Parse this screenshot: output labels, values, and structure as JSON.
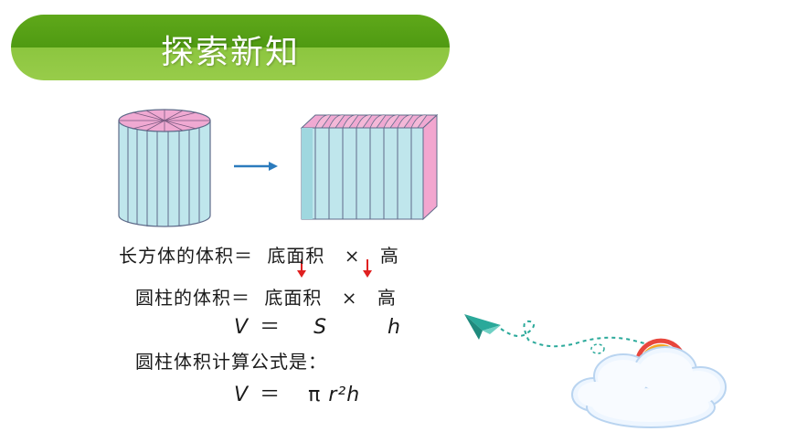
{
  "header": {
    "title": "探索新知"
  },
  "formulas": {
    "cuboid": {
      "label": "长方体的体积＝",
      "base": "底面积",
      "times": "×",
      "height": "高"
    },
    "cylinder": {
      "label": "圆柱的体积＝",
      "base": "底面积",
      "times": "×",
      "height": "高"
    },
    "symbols": {
      "v": "V",
      "eq": "＝",
      "s": "S",
      "h": "h"
    },
    "formula_title": "圆柱体积计算公式是：",
    "final": {
      "v": "V",
      "eq": "＝",
      "pi": "π",
      "r2": "r²",
      "h": "h"
    }
  },
  "colors": {
    "banner_dark": "#4f9a12",
    "banner_light": "#8cc63f",
    "cyl_side": "#bfe6ec",
    "cyl_top": "#f0a9d2",
    "arrow_blue": "#2b7bbd",
    "arrow_red": "#e02020"
  }
}
